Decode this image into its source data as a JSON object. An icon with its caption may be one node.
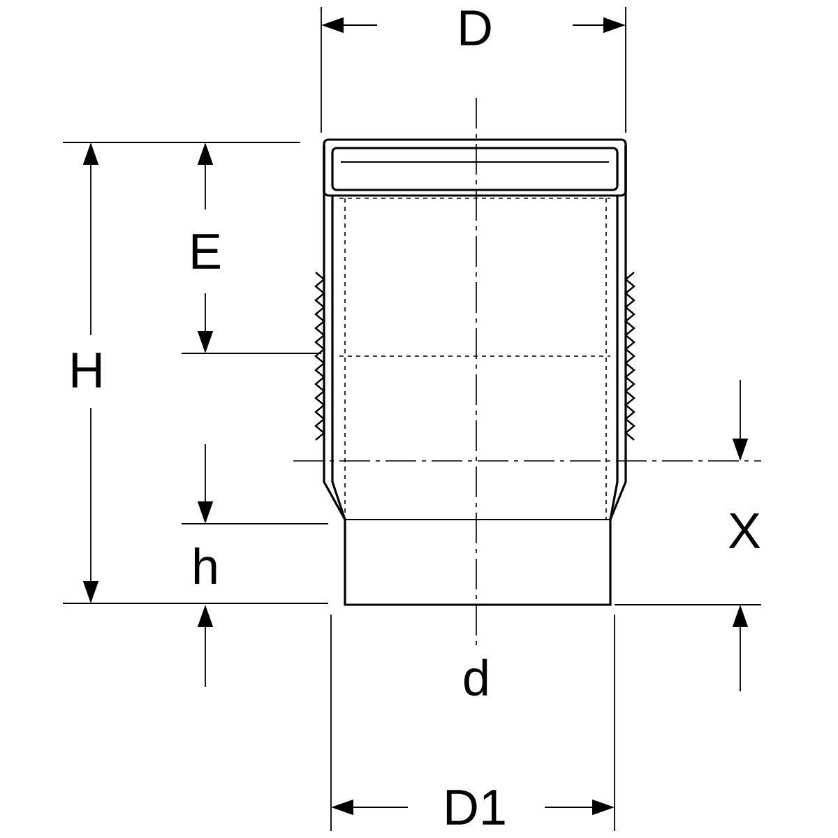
{
  "diagram": {
    "labels": [
      "D",
      "E",
      "H",
      "X",
      "h",
      "d",
      "D1"
    ]
  }
}
